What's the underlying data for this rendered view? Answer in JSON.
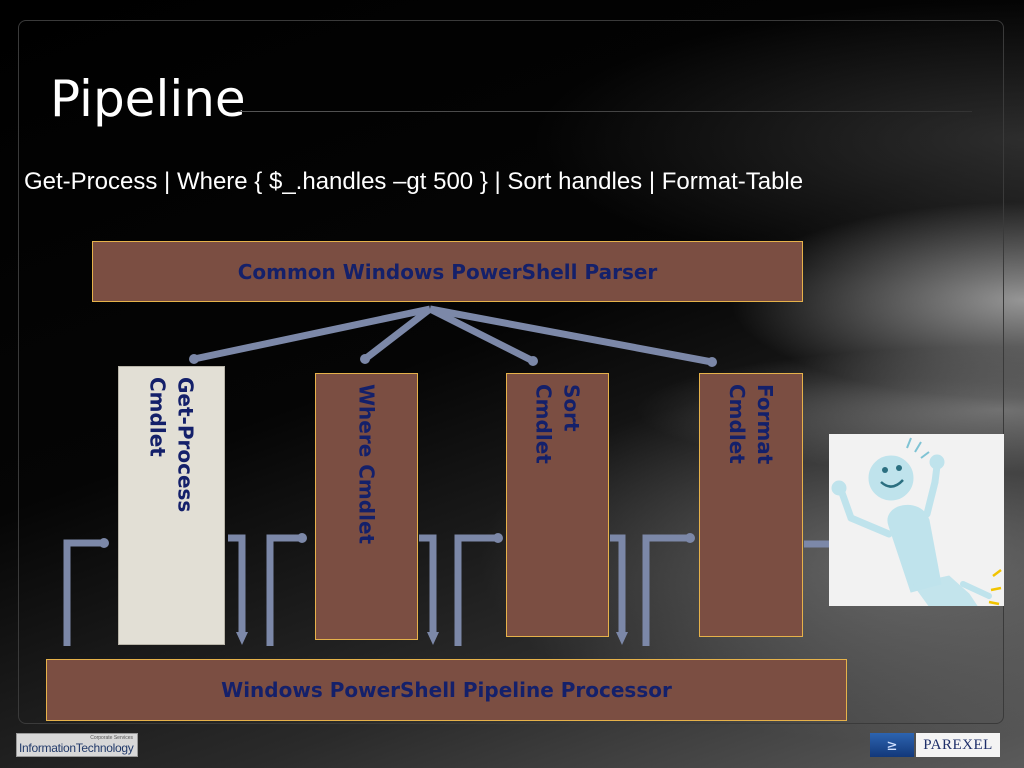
{
  "slide": {
    "title": "Pipeline",
    "command": "Get-Process | Where { $_.handles –gt 500 } | Sort handles | Format-Table"
  },
  "diagram": {
    "parser_label": "Common Windows PowerShell Parser",
    "processor_label": "Windows PowerShell Pipeline Processor",
    "cmdlets": [
      {
        "label": "Get-Process\nCmdlet"
      },
      {
        "label": "Where Cmdlet"
      },
      {
        "label": "Sort\nCmdlet"
      },
      {
        "label": "Format\nCmdlet"
      }
    ]
  },
  "footer": {
    "left_logo_small": "Corporate Services",
    "left_logo_text": "InformationTechnology",
    "right_logo_mark": "≥",
    "right_logo_text": "PAREXEL"
  },
  "colors": {
    "box_fill": "#7b4e42",
    "box_border": "#e6b24a",
    "box_text": "#14206a",
    "arrow": "#7c88a8",
    "figure": "#bfe3ec"
  },
  "icons": [
    "happy-figure-clipart"
  ]
}
